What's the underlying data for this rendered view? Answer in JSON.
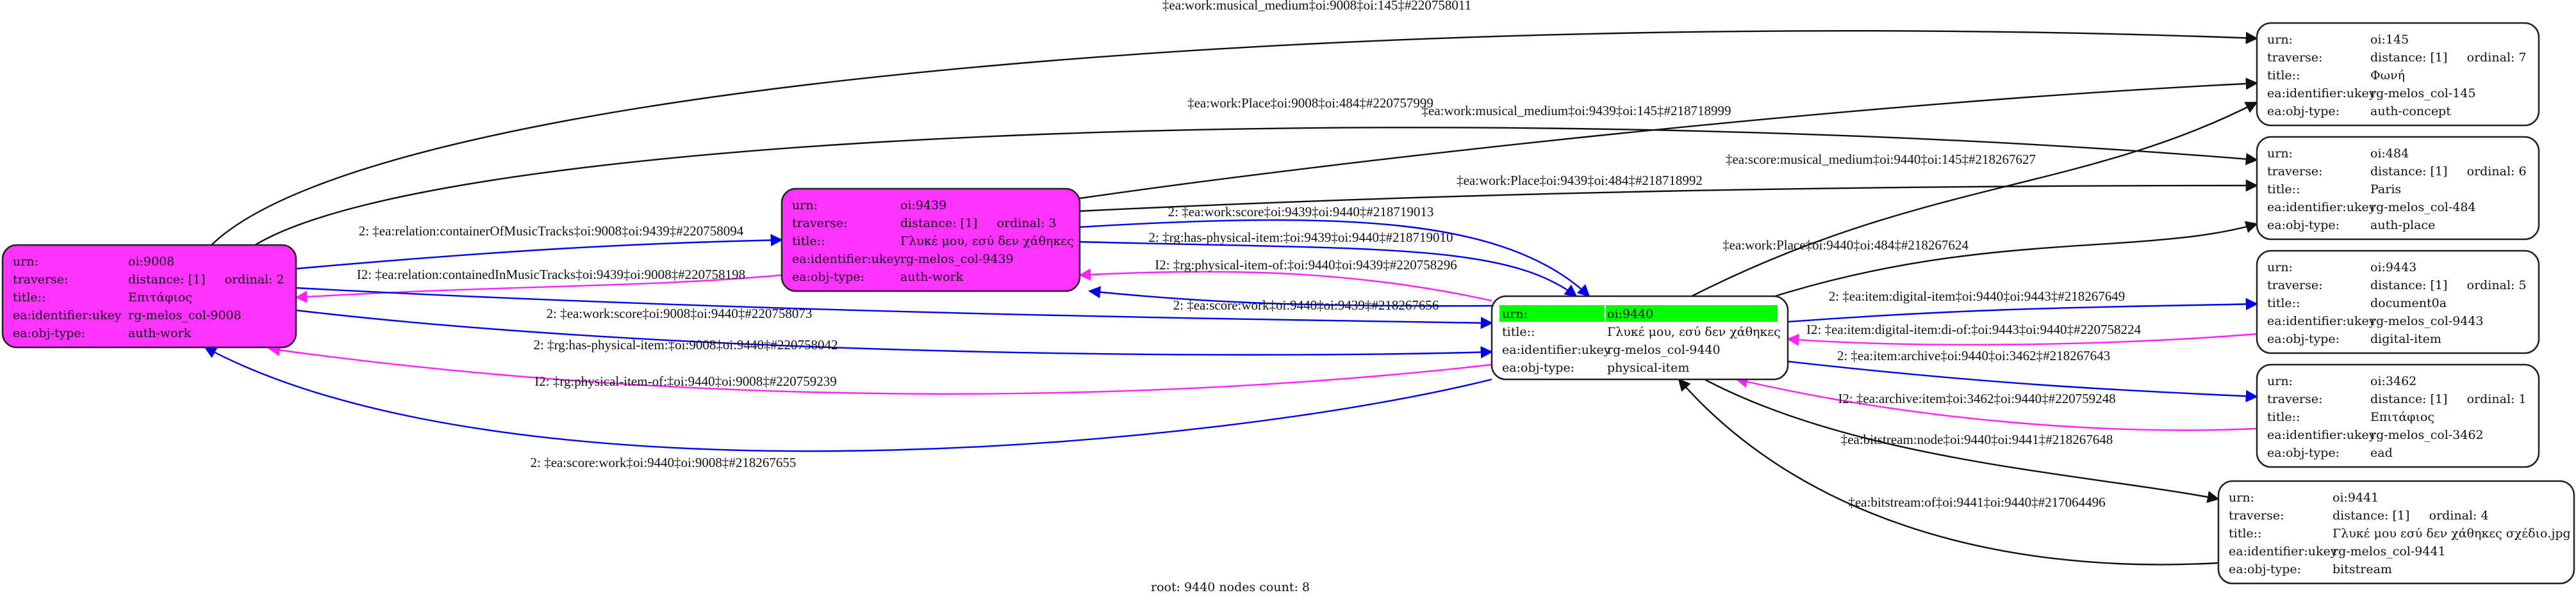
{
  "colors": {
    "work_fill": "#ff33ff",
    "root_highlight": "#00ff00",
    "default_fill": "#ffffff",
    "edge_forward": "#0000ee",
    "edge_inverse": "#ff22ff",
    "edge_plain": "#111111"
  },
  "footer": "root: 9440 nodes count: 8",
  "nodes": [
    {
      "id": "9008",
      "fill": "work",
      "rows": [
        [
          "urn:",
          "oi:9008"
        ],
        [
          "traverse:",
          "distance: [1]     ordinal: 2"
        ],
        [
          "title::",
          "Επιτάφιος"
        ],
        [
          "ea:identifier:ukey",
          "rg-melos_col-9008"
        ],
        [
          "ea:obj-type:",
          "auth-work"
        ]
      ]
    },
    {
      "id": "9439",
      "fill": "work",
      "rows": [
        [
          "urn:",
          "oi:9439"
        ],
        [
          "traverse:",
          "distance: [1]     ordinal: 3"
        ],
        [
          "title::",
          "Γλυκέ μου, εσύ δεν χάθηκες"
        ],
        [
          "ea:identifier:ukey",
          "rg-melos_col-9439"
        ],
        [
          "ea:obj-type:",
          "auth-work"
        ]
      ]
    },
    {
      "id": "9440",
      "fill": "default",
      "root": true,
      "rows": [
        [
          "urn:",
          "oi:9440"
        ],
        [
          "title::",
          "Γλυκέ μου, εσύ δεν χάθηκες"
        ],
        [
          "ea:identifier:ukey",
          "rg-melos_col-9440"
        ],
        [
          "ea:obj-type:",
          "physical-item"
        ]
      ]
    },
    {
      "id": "145",
      "fill": "default",
      "rows": [
        [
          "urn:",
          "oi:145"
        ],
        [
          "traverse:",
          "distance: [1]     ordinal: 7"
        ],
        [
          "title::",
          "Φωνή"
        ],
        [
          "ea:identifier:ukey",
          "rg-melos_col-145"
        ],
        [
          "ea:obj-type:",
          "auth-concept"
        ]
      ]
    },
    {
      "id": "484",
      "fill": "default",
      "rows": [
        [
          "urn:",
          "oi:484"
        ],
        [
          "traverse:",
          "distance: [1]     ordinal: 6"
        ],
        [
          "title::",
          "Paris"
        ],
        [
          "ea:identifier:ukey",
          "rg-melos_col-484"
        ],
        [
          "ea:obj-type:",
          "auth-place"
        ]
      ]
    },
    {
      "id": "9443",
      "fill": "default",
      "rows": [
        [
          "urn:",
          "oi:9443"
        ],
        [
          "traverse:",
          "distance: [1]     ordinal: 5"
        ],
        [
          "title::",
          "document0a"
        ],
        [
          "ea:identifier:ukey",
          "rg-melos_col-9443"
        ],
        [
          "ea:obj-type:",
          "digital-item"
        ]
      ]
    },
    {
      "id": "3462",
      "fill": "default",
      "rows": [
        [
          "urn:",
          "oi:3462"
        ],
        [
          "traverse:",
          "distance: [1]     ordinal: 1"
        ],
        [
          "title::",
          "Επιτάφιος"
        ],
        [
          "ea:identifier:ukey",
          "rg-melos_col-3462"
        ],
        [
          "ea:obj-type:",
          "ead"
        ]
      ]
    },
    {
      "id": "9441",
      "fill": "default",
      "rows": [
        [
          "urn:",
          "oi:9441"
        ],
        [
          "traverse:",
          "distance: [1]     ordinal: 4"
        ],
        [
          "title::",
          "Γλυκέ μου εσύ δεν χάθηκες σχέδιο.jpg"
        ],
        [
          "ea:identifier:ukey",
          "rg-melos_col-9441"
        ],
        [
          "ea:obj-type:",
          "bitstream"
        ]
      ]
    }
  ],
  "edges": [
    {
      "from": "9008",
      "to": "145",
      "kind": "plain",
      "label": "‡ea:work:musical_medium‡oi:9008‡oi:145‡#220758011"
    },
    {
      "from": "9008",
      "to": "484",
      "kind": "plain",
      "label": "‡ea:work:Place‡oi:9008‡oi:484‡#220757999"
    },
    {
      "from": "9008",
      "to": "9439",
      "kind": "forward",
      "label": "2: ‡ea:relation:containerOfMusicTracks‡oi:9008‡oi:9439‡#220758094"
    },
    {
      "from": "9439",
      "to": "9008",
      "kind": "inverse",
      "label": "I2: ‡ea:relation:containedInMusicTracks‡oi:9439‡oi:9008‡#220758198"
    },
    {
      "from": "9439",
      "to": "145",
      "kind": "plain",
      "label": "‡ea:work:musical_medium‡oi:9439‡oi:145‡#218718999"
    },
    {
      "from": "9439",
      "to": "484",
      "kind": "plain",
      "label": "‡ea:work:Place‡oi:9439‡oi:484‡#218718992"
    },
    {
      "from": "9439",
      "to": "9440",
      "kind": "forward",
      "label": "2: ‡ea:work:score‡oi:9439‡oi:9440‡#218719013"
    },
    {
      "from": "9439",
      "to": "9440",
      "kind": "forward",
      "label": "2: ‡rg:has-physical-item:‡oi:9439‡oi:9440‡#218719010"
    },
    {
      "from": "9440",
      "to": "9439",
      "kind": "inverse",
      "label": "I2: ‡rg:physical-item-of:‡oi:9440‡oi:9439‡#220758296"
    },
    {
      "from": "9440",
      "to": "9439",
      "kind": "forward",
      "label": "2: ‡ea:score:work‡oi:9440‡oi:9439‡#218267656"
    },
    {
      "from": "9008",
      "to": "9440",
      "kind": "forward",
      "label": "2: ‡ea:work:score‡oi:9008‡oi:9440‡#220758073"
    },
    {
      "from": "9008",
      "to": "9440",
      "kind": "forward",
      "label": "2: ‡rg:has-physical-item:‡oi:9008‡oi:9440‡#220758042"
    },
    {
      "from": "9440",
      "to": "9008",
      "kind": "inverse",
      "label": "I2: ‡rg:physical-item-of:‡oi:9440‡oi:9008‡#220759239"
    },
    {
      "from": "9440",
      "to": "9008",
      "kind": "forward",
      "label": "2: ‡ea:score:work‡oi:9440‡oi:9008‡#218267655"
    },
    {
      "from": "9440",
      "to": "145",
      "kind": "plain",
      "label": "‡ea:score:musical_medium‡oi:9440‡oi:145‡#218267627"
    },
    {
      "from": "9440",
      "to": "484",
      "kind": "plain",
      "label": "‡ea:work:Place‡oi:9440‡oi:484‡#218267624"
    },
    {
      "from": "9440",
      "to": "9443",
      "kind": "forward",
      "label": "2: ‡ea:item:digital-item‡oi:9440‡oi:9443‡#218267649"
    },
    {
      "from": "9443",
      "to": "9440",
      "kind": "inverse",
      "label": "I2: ‡ea:item:digital-item:di-of:‡oi:9443‡oi:9440‡#220758224"
    },
    {
      "from": "9440",
      "to": "3462",
      "kind": "forward",
      "label": "2: ‡ea:item:archive‡oi:9440‡oi:3462‡#218267643"
    },
    {
      "from": "3462",
      "to": "9440",
      "kind": "inverse",
      "label": "I2: ‡ea:archive:item‡oi:3462‡oi:9440‡#220759248"
    },
    {
      "from": "9440",
      "to": "9441",
      "kind": "plain",
      "label": "‡ea:bitstream:node‡oi:9440‡oi:9441‡#218267648"
    },
    {
      "from": "9441",
      "to": "9440",
      "kind": "plain",
      "label": "‡ea:bitstream:of‡oi:9441‡oi:9440‡#217064496"
    }
  ]
}
